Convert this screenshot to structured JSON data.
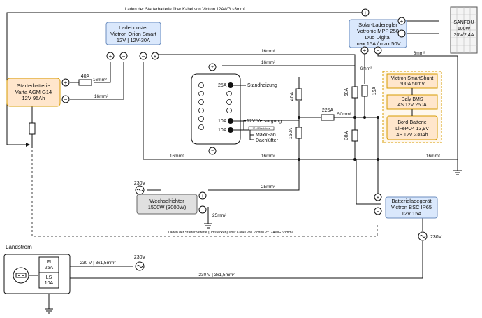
{
  "top_label": "Laden der Starterbatterie über Kabel von Victron 12AWG ~3mm²",
  "bottom_label": "Laden der Starterbatterie (Umstecken) über Kabel von Victron 2x12AWG ~3mm²",
  "starter_battery": [
    "Starterbatterie",
    "Varta AGM G14",
    "12V 95Ah"
  ],
  "booster": [
    "Ladebooster",
    "Victron Orion Smart",
    "12V | 12V-30A"
  ],
  "solar_regulator": [
    "Solar-Laderegler",
    "Votronic MPP 250",
    "Duo Digital",
    "max 15A / max 50V"
  ],
  "solar_panel": [
    "SANFOU",
    "100W",
    "20V/2,4A"
  ],
  "shunt": [
    "Victron SmartShunt",
    "500A 50mV"
  ],
  "bms": [
    "Daly BMS",
    "4S 12V 250A"
  ],
  "board_battery": [
    "Bord-Batterie",
    "LiFePO4 13,9V",
    "4S 12V 230Ah"
  ],
  "inverter": [
    "Wechselrichter",
    "1500W (3000W)"
  ],
  "charger": [
    "Batterieladegerät",
    "Victron BSC IP65",
    "12V 15A"
  ],
  "fusebox": {
    "fuse_25a": "25A",
    "fuse_10a_1": "10A",
    "fuse_10a_2": "10A",
    "standheizung": "Standheizung",
    "versorgung": "12V Versorgung",
    "switch_label": "12 V Steckdose",
    "maxxfan": "MaxxFan",
    "dachluefter": "Dachlüfter"
  },
  "landstrom": {
    "title": "Landstrom",
    "fi": "FI",
    "fi_rating": "25A",
    "ls": "LS",
    "ls_rating": "10A",
    "cable_1": "230 V  |  3x1,5mm²",
    "cable_2": "230 V  |  3x1,5mm²",
    "socket_label": "230V"
  },
  "labels": {
    "fuse_40a_booster": "40A",
    "cable_booster_plus": "16mm²",
    "cable_booster_minus": "16mm²",
    "cable_top_1": "16mm²",
    "cable_top_2": "16mm²",
    "cable_solar_minus": "6mm²",
    "cable_solar_plus": "6mm²",
    "fuse_15a": "15A",
    "fuse_50a": "50A",
    "fuse_40a": "40A",
    "fuse_225a": "225A",
    "cable_50mm": "50mm²",
    "fuse_150a": "150A",
    "fuse_30a": "30A",
    "cable_bottom_1": "16mm²",
    "cable_bottom_2": "16mm²",
    "cable_bottom_3": "16mm²",
    "cable_inverter": "25mm²",
    "cable_inverter_gnd": "25mm²",
    "v230_inverter": "230V",
    "v230_charger": "230V",
    "v230_out": "230V"
  },
  "colors": {
    "blue": "#dae8fc",
    "orange": "#ffe6cc",
    "gray": "#e0e0e0"
  }
}
